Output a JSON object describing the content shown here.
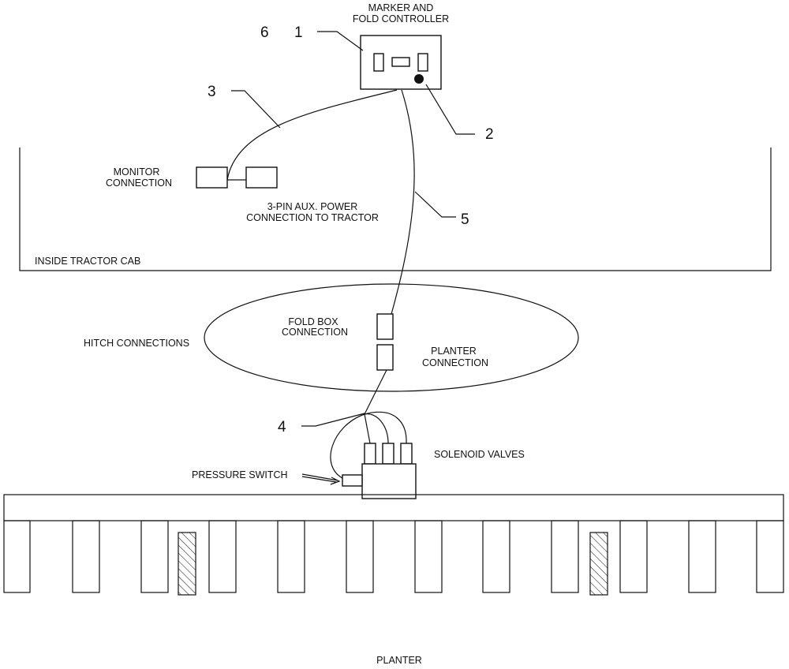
{
  "colors": {
    "ink": "#111111",
    "background": "#ffffff"
  },
  "labels": {
    "controller_line1": "MARKER AND",
    "controller_line2": "FOLD CONTROLLER",
    "monitor_line1": "MONITOR",
    "monitor_line2": "CONNECTION",
    "aux_line1": "3-PIN AUX. POWER",
    "aux_line2": "CONNECTION TO TRACTOR",
    "cab": "INSIDE TRACTOR CAB",
    "hitch": "HITCH CONNECTIONS",
    "foldbox_line1": "FOLD BOX",
    "foldbox_line2": "CONNECTION",
    "planterconn_line1": "PLANTER",
    "planterconn_line2": "CONNECTION",
    "solenoid": "SOLENOID VALVES",
    "pressure": "PRESSURE SWITCH",
    "planter": "PLANTER"
  },
  "callouts": {
    "n6": "6",
    "n1": "1",
    "n3": "3",
    "n2": "2",
    "n5": "5",
    "n4": "4"
  }
}
